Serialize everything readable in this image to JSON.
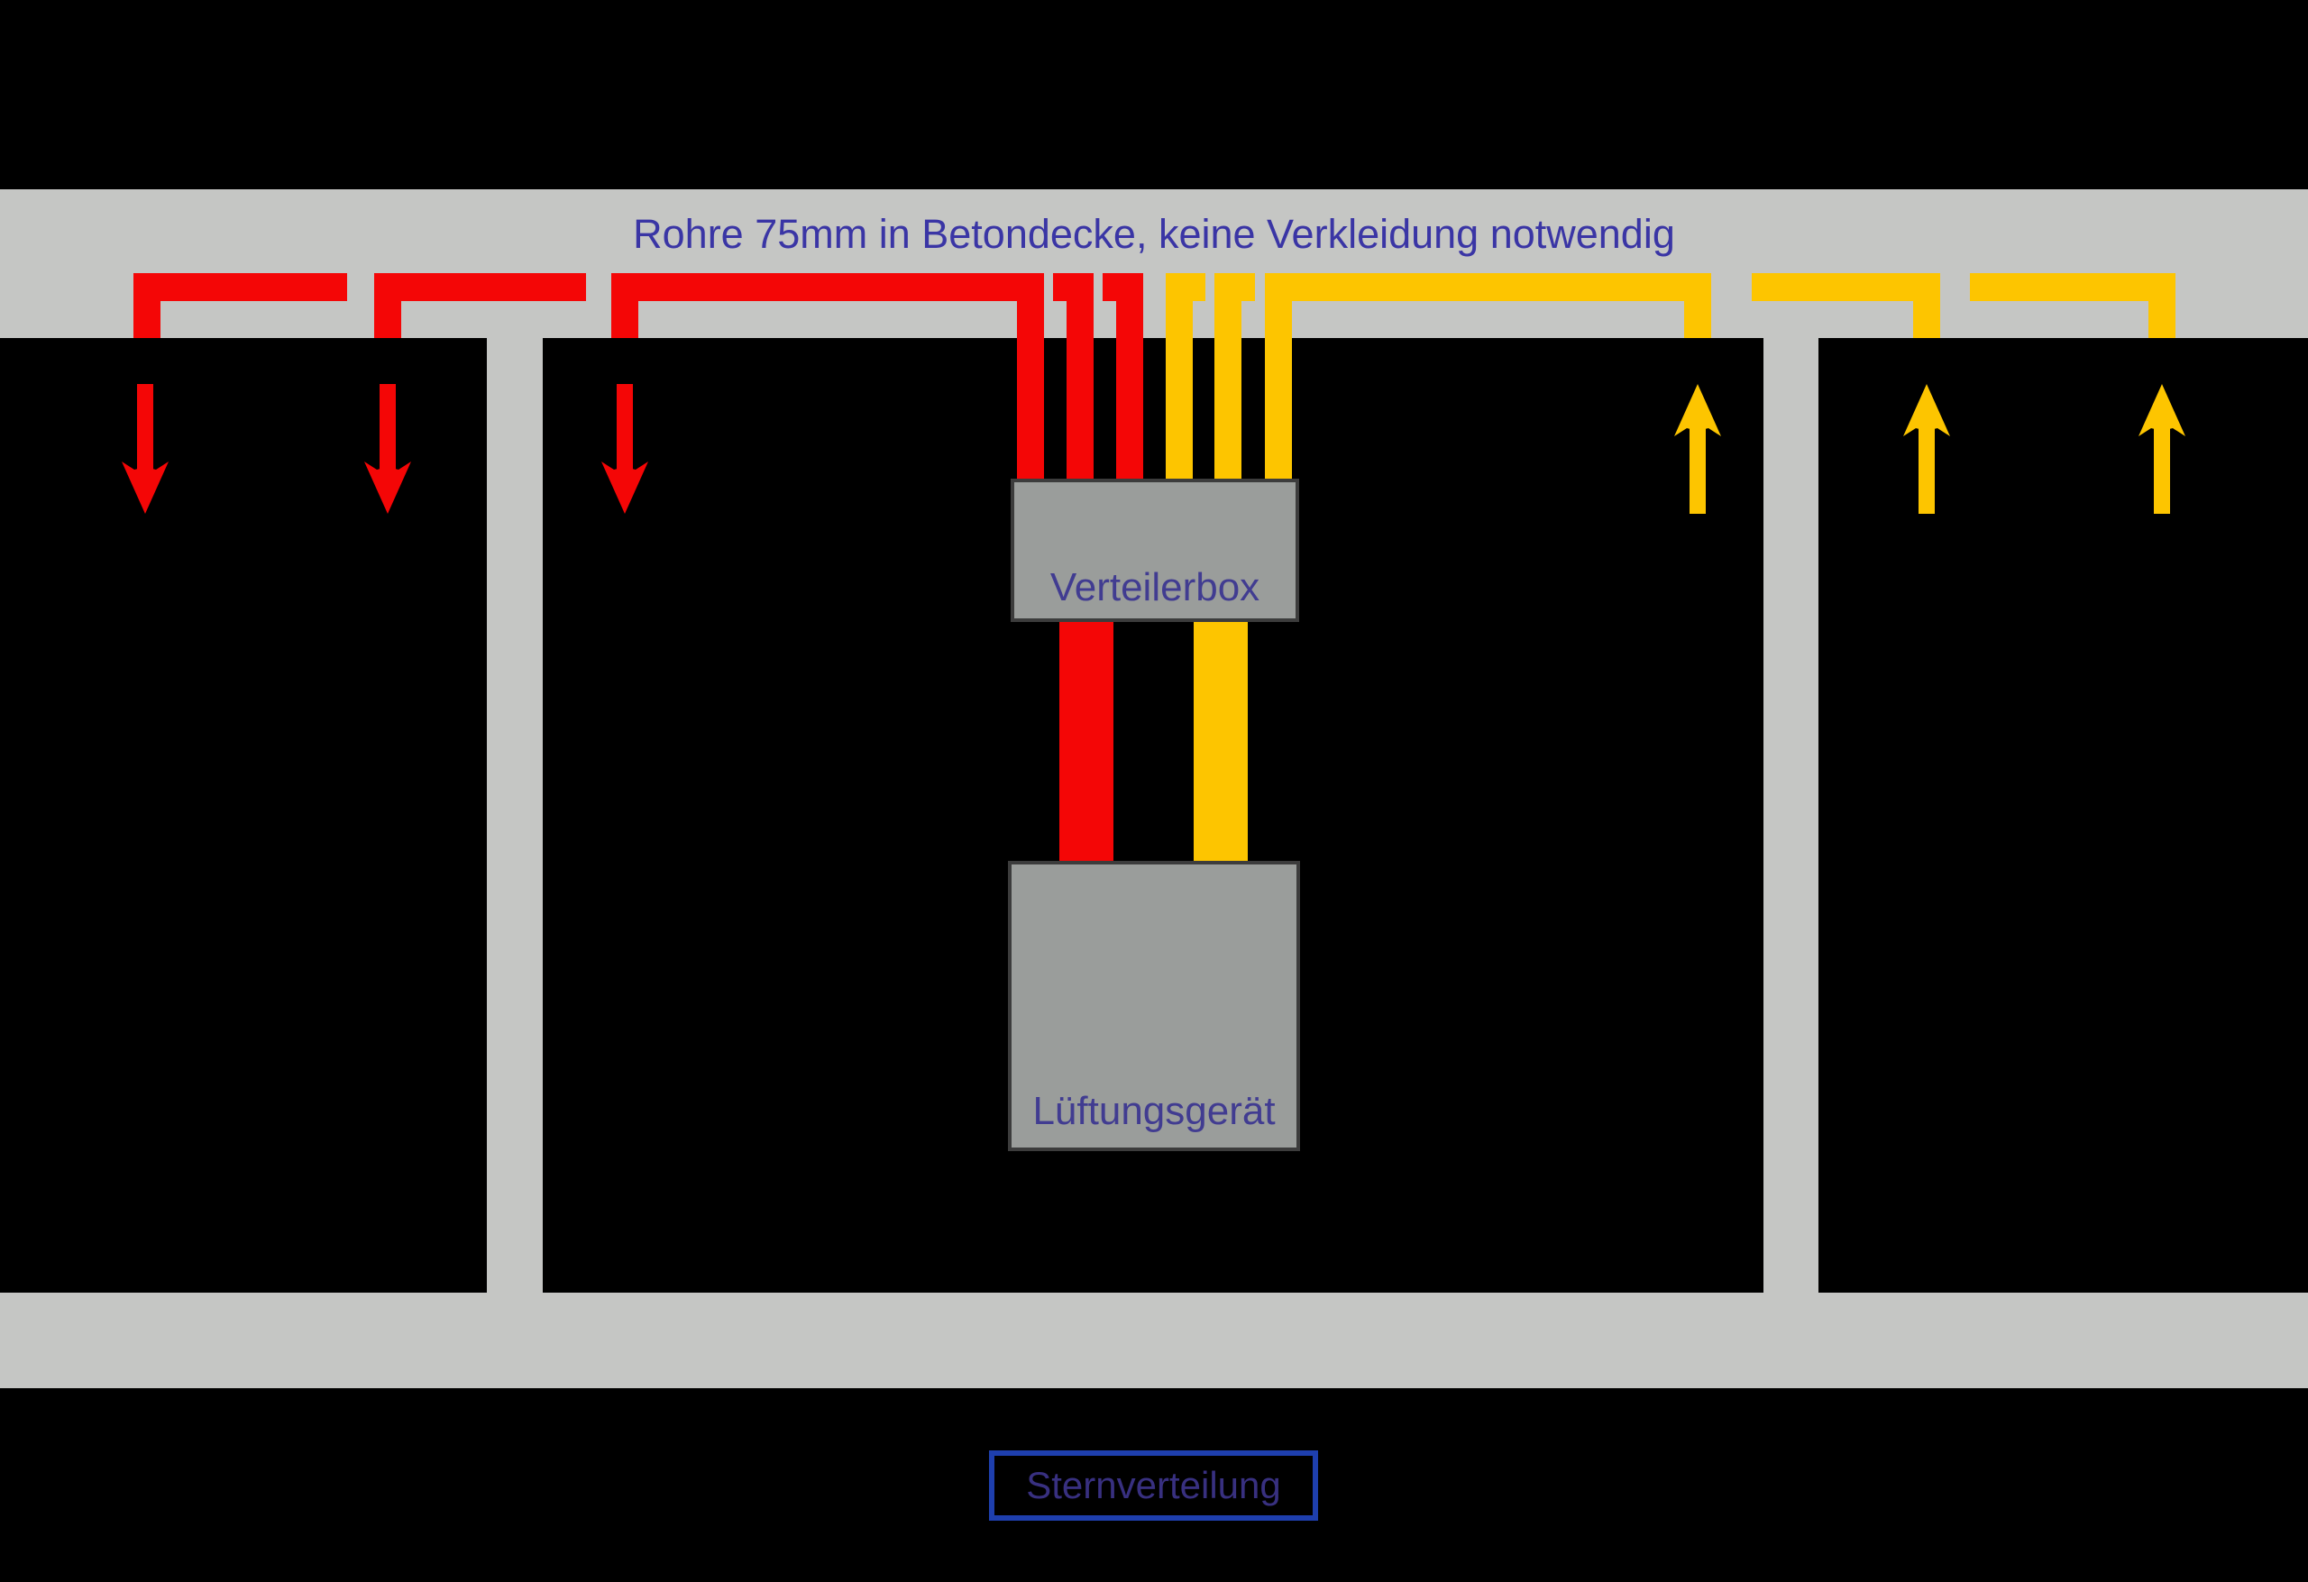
{
  "diagram": {
    "ceiling_note": "Rohre 75mm in Betondecke, keine Verkleidung notwendig",
    "distributor_box_label": "Verteilerbox",
    "ventilation_unit_label": "Lüftungsgerät",
    "caption": "Sternverteilung"
  },
  "colors": {
    "supply_red": "#f40606",
    "extract_yellow": "#fdc500",
    "concrete_gray": "#c5c6c4",
    "equipment_gray": "#9a9d9b",
    "equipment_border": "#3c3c3c",
    "title_blue": "#3a35a5",
    "label_blue": "#413c91",
    "caption_border_blue": "#1e3fae",
    "caption_text_blue": "#383080",
    "background": "#000000"
  }
}
